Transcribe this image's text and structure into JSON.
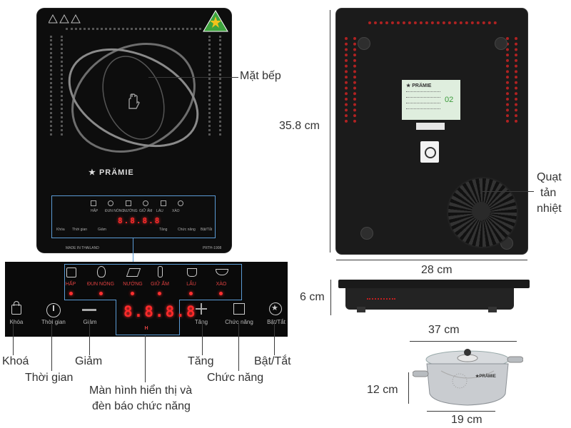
{
  "top_cooktop": {
    "brand": "PRÄMIE",
    "made_in": "MADE IN THAILAND",
    "model": "PRTH-1908",
    "panel_modes": [
      "HẤP",
      "ĐUN NÓNG",
      "NƯỚNG",
      "GIỮ ẤM",
      "LẨU",
      "XÀO"
    ],
    "panel_buttons": [
      "Khóa",
      "Thời gian",
      "Giảm",
      "Tăng",
      "Chức năng",
      "Bật/Tắt"
    ],
    "display_value": "8.8.8.8",
    "indicator_h": "H"
  },
  "callouts": {
    "mat_bep": "Mặt bếp",
    "quat_tan_nhiet_lines": [
      "Quạt",
      "tản",
      "nhiệt"
    ],
    "khoa": "Khoá",
    "thoi_gian": "Thời gian",
    "giam": "Giảm",
    "tang": "Tăng",
    "chuc_nang": "Chức năng",
    "bat_tat": "Bật/Tắt",
    "man_hinh_line1": "Màn hình hiển thị và",
    "man_hinh_line2": "đèn báo chức năng"
  },
  "zoom_panel": {
    "modes": [
      "HẤP",
      "ĐUN NÓNG",
      "NƯỚNG",
      "GIỮ ẤM",
      "LẨU",
      "XÀO"
    ],
    "buttons": [
      "Khóa",
      "Thời gian",
      "Giảm",
      "Tăng",
      "Chức năng",
      "Bật/Tắt"
    ],
    "display_value": "8.8.8.8",
    "indicator_h": "H"
  },
  "back_label": {
    "brand": "PRÄMIE",
    "number": "02"
  },
  "dimensions": {
    "height": "35.8 cm",
    "width": "28 cm",
    "thickness": "6 cm",
    "side_length": "37 cm",
    "pot_height": "12 cm",
    "pot_diameter": "19 cm"
  },
  "pot_brand": "PRÄMIE"
}
